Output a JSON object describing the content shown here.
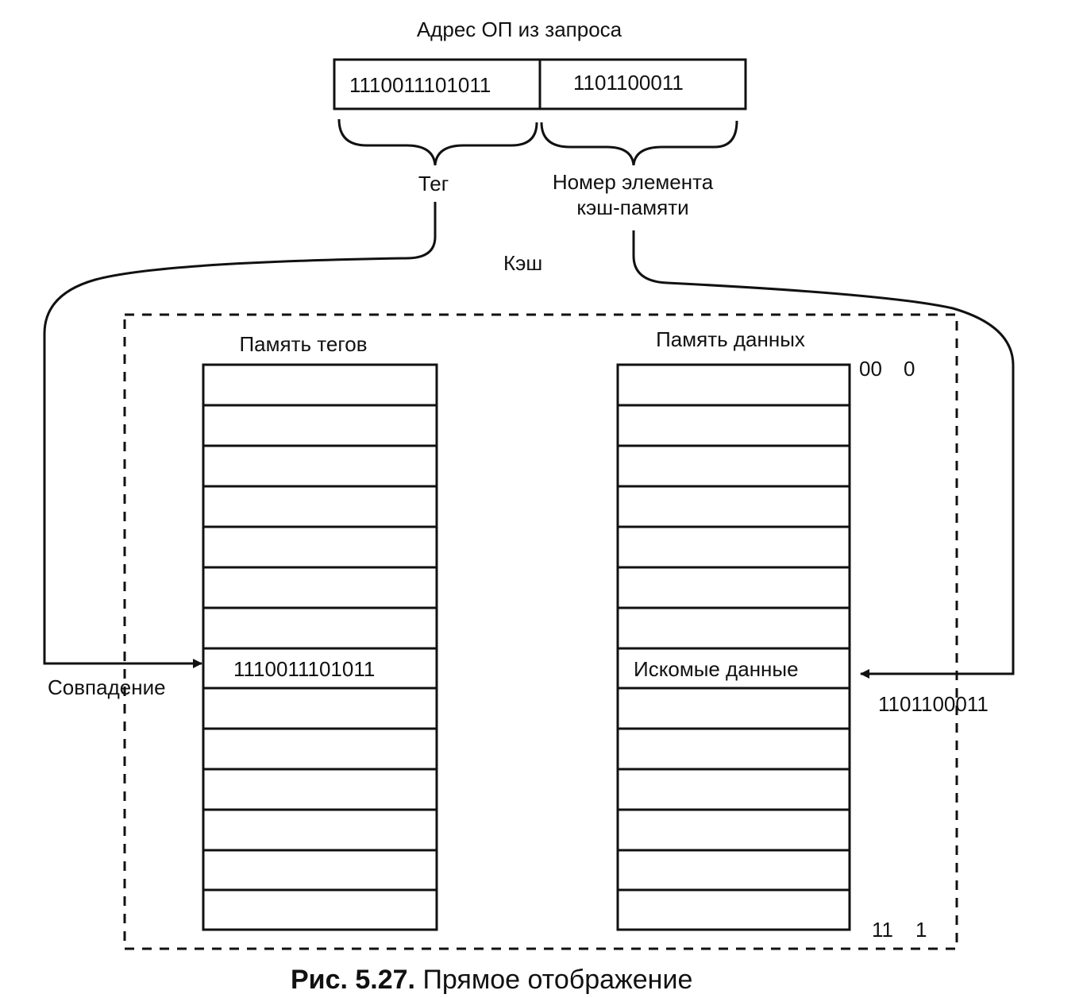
{
  "address": {
    "title": "Адрес ОП из запроса",
    "tag_value": "1110011101011",
    "index_value": "1101100011"
  },
  "labels": {
    "tag": "Тег",
    "index_line1": "Номер элемента",
    "index_line2": "кэш-памяти",
    "cache": "Кэш",
    "tag_memory": "Память тегов",
    "data_memory": "Память данных",
    "first_addr_a": "00",
    "first_addr_b": "0",
    "last_addr_a": "11",
    "last_addr_b": "1",
    "match": "Совпадение",
    "matched_tag": "1110011101011",
    "found_data": "Искомые данные",
    "index_pointer": "1101100011"
  },
  "caption": {
    "label": "Рис. 5.27.",
    "text": " Прямое отображение"
  },
  "colors": {
    "ink": "#111111",
    "background": "#ffffff"
  }
}
